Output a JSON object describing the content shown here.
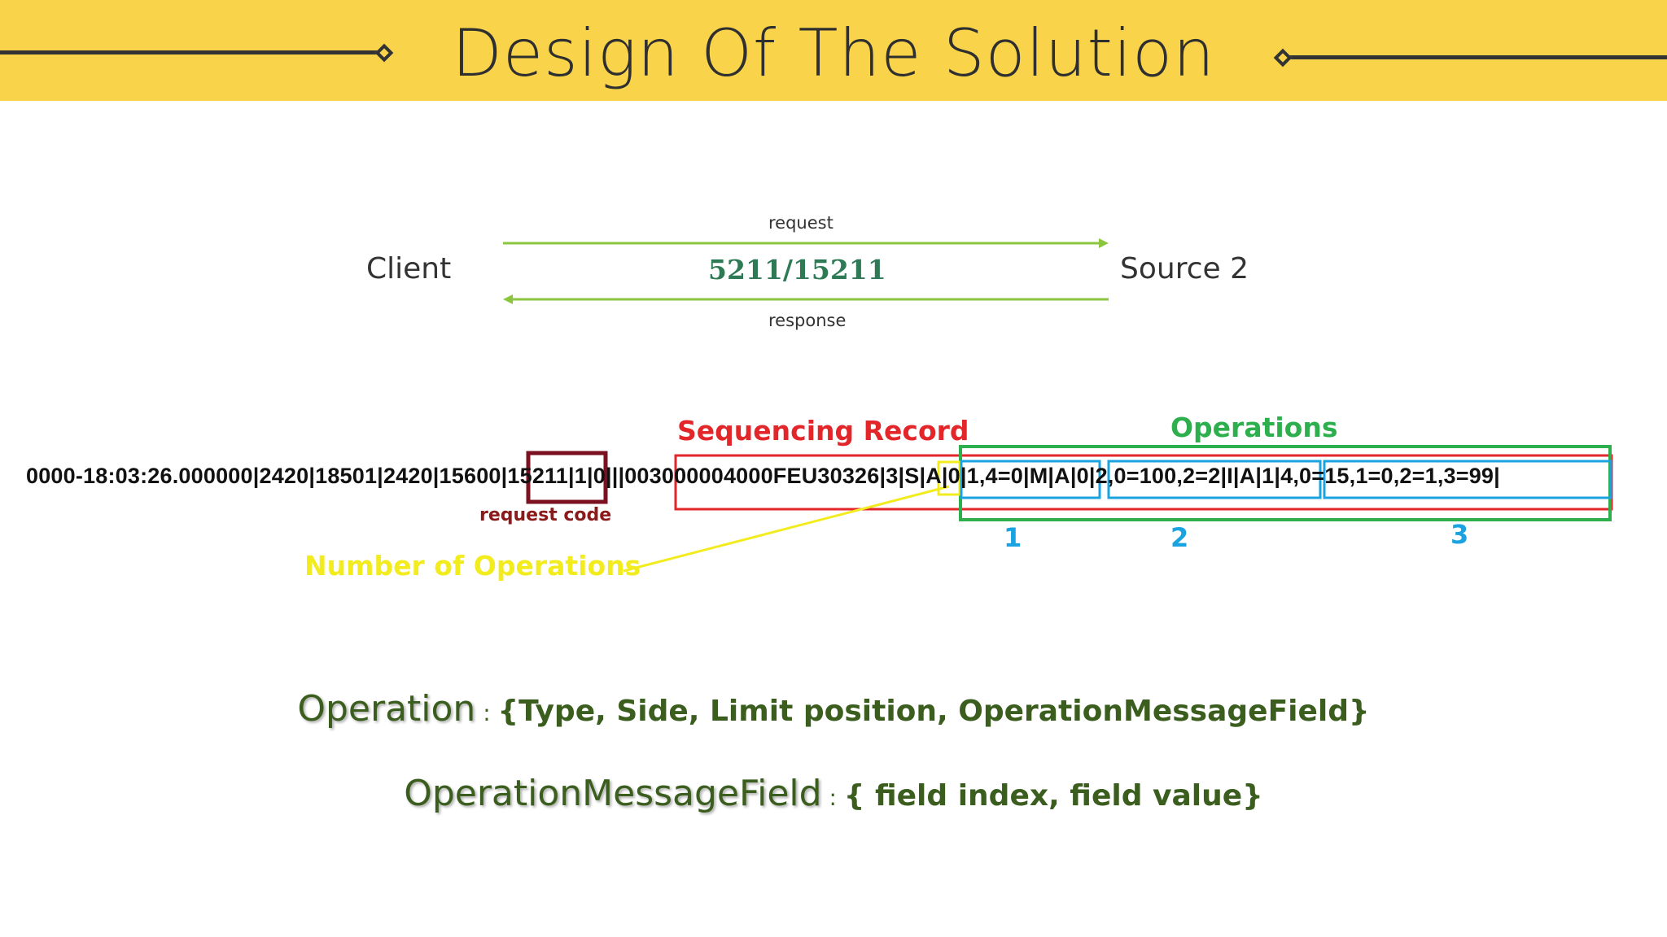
{
  "header": {
    "title": "Design Of The Solution"
  },
  "flow": {
    "client": "Client",
    "source": "Source 2",
    "request": "request",
    "response": "response",
    "code": "5211/15211"
  },
  "message": {
    "prefix": "0000-18:03:26.000000|2420|18501|2420|15600|",
    "request_code": "15211",
    "middle": "|1|0|||",
    "sequencing_record": "003000004000FEU30326|",
    "num_ops": "3",
    "op1": "S|A|0|1,4=0",
    "op2": "M|A|0|2,0=100,2=2",
    "op3": "I|A|1|4,0=15,1=0,2=1,3=99",
    "sep": "|"
  },
  "annotations": {
    "sequencing_record": "Sequencing Record",
    "operations": "Operations",
    "request_code": "request code",
    "number_of_operations": "Number of Operations",
    "op_numbers": [
      "1",
      "2",
      "3"
    ]
  },
  "definitions": {
    "operation_term": "Operation",
    "operation_sep": " : ",
    "operation_value": "{Type, Side, Limit position, OperationMessageField}",
    "field_term": "OperationMessageField",
    "field_sep": " : ",
    "field_value": "{ field index, field value}"
  },
  "colors": {
    "banner": "#f9d44a",
    "request_code_box": "#7a1020",
    "sequencing_box": "#e3262a",
    "operations_box": "#2eaf4d",
    "operation_item_box": "#1aa3e0",
    "number_of_operations": "#f2ec1f",
    "arrow": "#8cc63f"
  }
}
